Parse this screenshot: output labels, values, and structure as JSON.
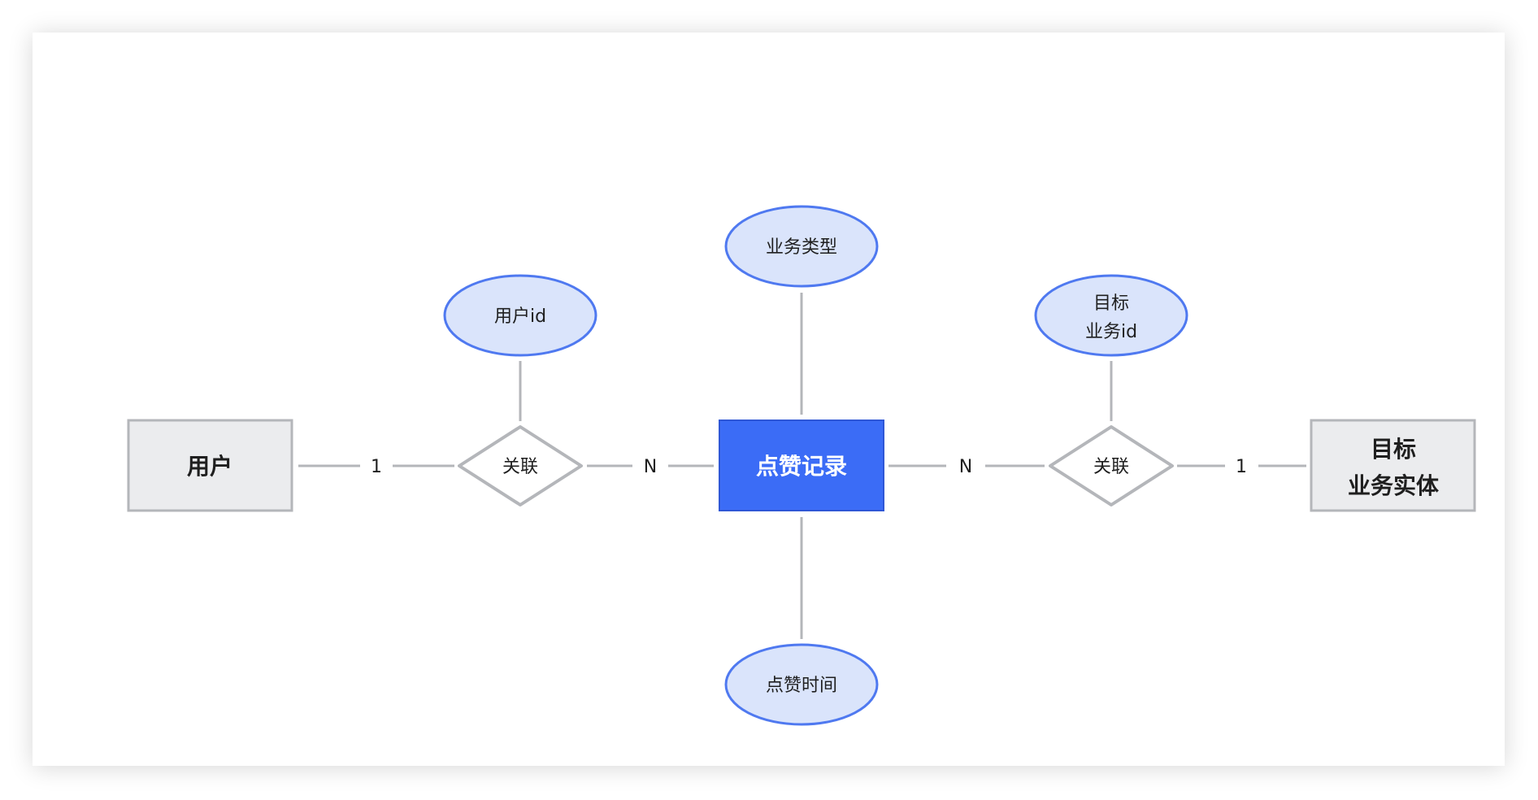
{
  "entities": {
    "user": "用户",
    "like_record": "点赞记录",
    "target_line1": "目标",
    "target_line2": "业务实体"
  },
  "attributes": {
    "user_id": "用户id",
    "business_type": "业务类型",
    "target_id_line1": "目标",
    "target_id_line2": "业务id",
    "like_time": "点赞时间"
  },
  "relationships": {
    "left": "关联",
    "right": "关联"
  },
  "cardinality": {
    "user_side": "1",
    "record_left": "N",
    "record_right": "N",
    "target_side": "1"
  },
  "colors": {
    "main_entity": "#3b6cf6",
    "attribute_fill": "#dae4fb",
    "attribute_stroke": "#4f79f0",
    "entity_fill": "#ebecee",
    "line": "#b4b6ba"
  }
}
